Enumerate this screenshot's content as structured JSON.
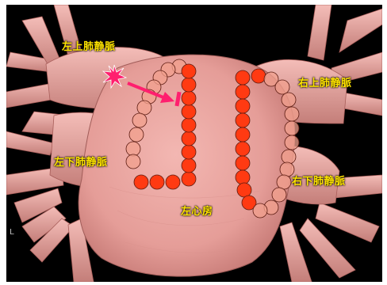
{
  "labels": {
    "lspv": "左上肺静脈",
    "lipv": "左下肺静脈",
    "rspv": "右上肺静脈",
    "ripv": "右下肺静脈",
    "la": "左心房"
  },
  "corner_marks": {
    "bottom_left": "L"
  },
  "colors": {
    "background": "#000000",
    "tissue": "#e9a29e",
    "ablation_dot": "#ff3a12",
    "ablation_dot_faded": "#f2a08d",
    "arrow": "#ff1f6e",
    "label": "#ffe400"
  }
}
